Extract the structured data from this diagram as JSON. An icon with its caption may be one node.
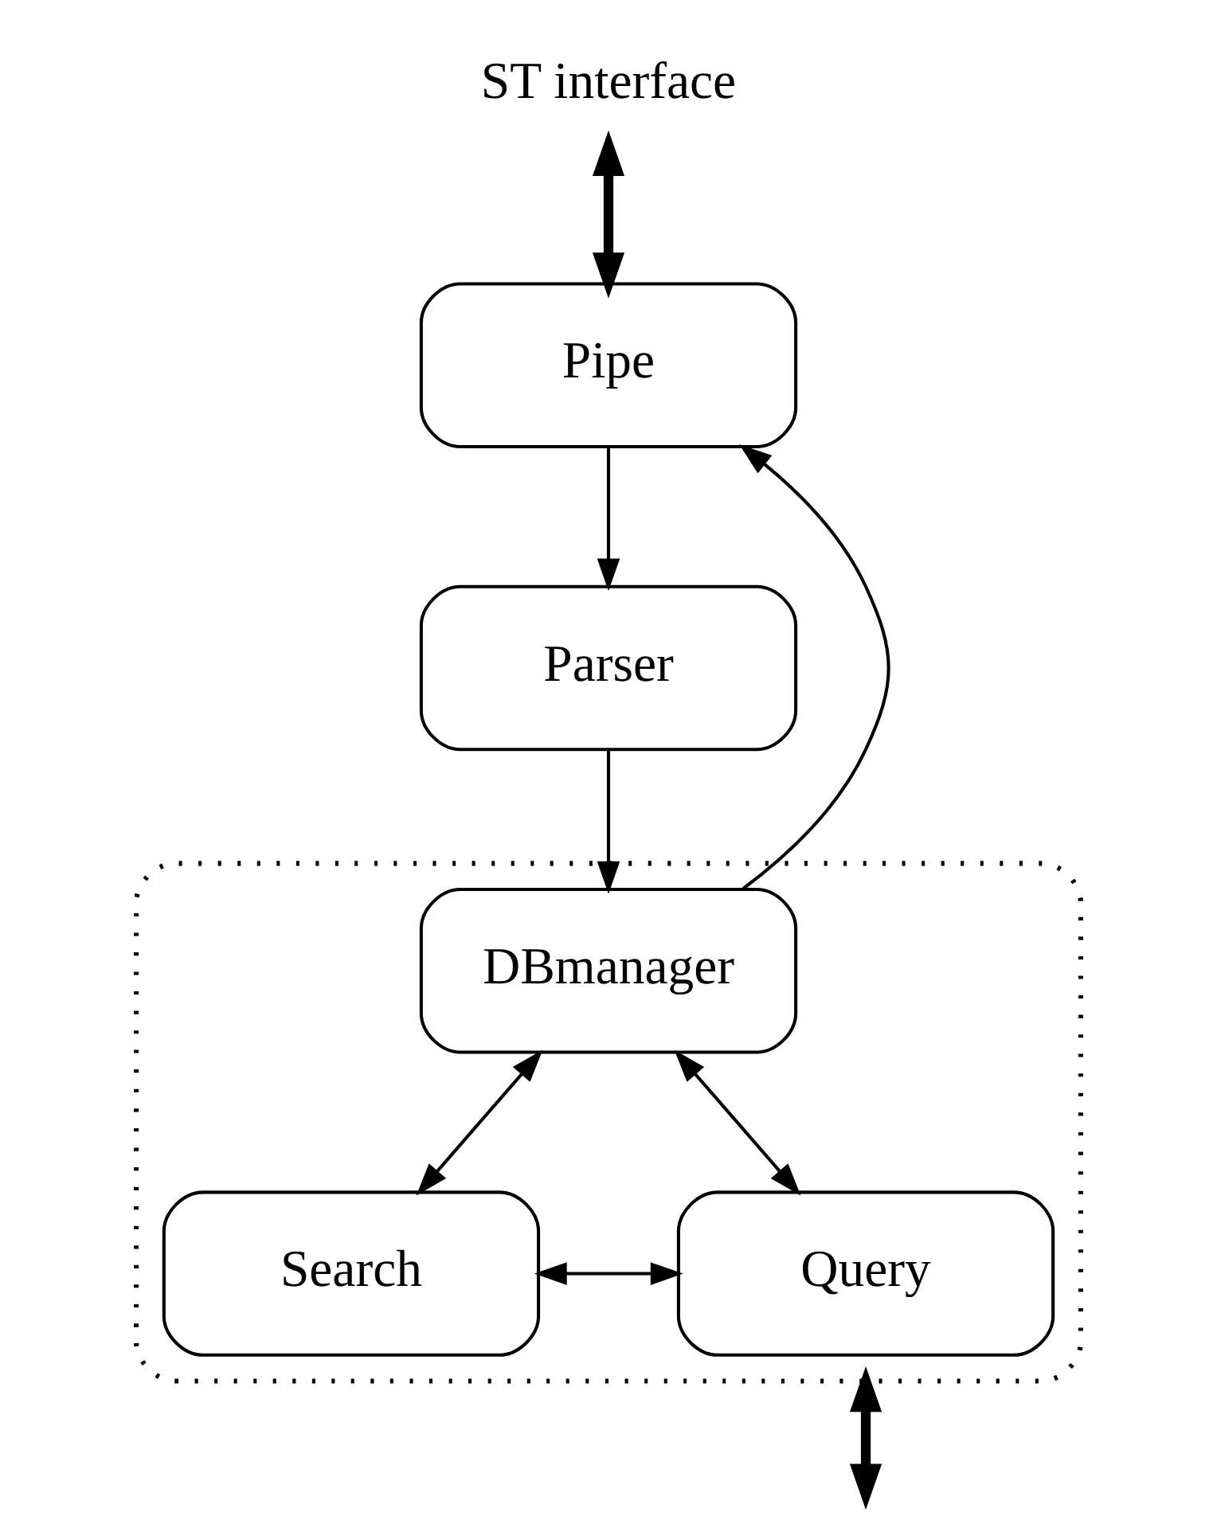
{
  "diagram": {
    "nodes": [
      {
        "text": [
          "ST interface"
        ]
      },
      {
        "text": [
          "Pipe"
        ]
      },
      {
        "text": [
          "Parser"
        ]
      },
      {
        "text": [],
        "shape": "box"
      },
      {
        "text": [
          "DBmanager"
        ],
        "in": 3
      },
      {
        "text": [
          "Search"
        ],
        "in": 3
      },
      {
        "text": [
          "Query"
        ],
        "in": 3
      }
    ],
    "edges": [
      {
        "from": 0,
        "to": 1,
        "arrow": "both",
        "style": "thick"
      },
      {
        "from": 1,
        "to": 2,
        "arrow": "to"
      },
      {
        "from": 2,
        "to": 4,
        "arrow": "to"
      },
      {
        "from": 4,
        "to": 1,
        "arrow": "to"
      },
      {
        "from": 4,
        "to": 5,
        "arrow": "both"
      },
      {
        "from": 4,
        "to": 6,
        "arrow": "both"
      },
      {
        "from": 5,
        "to": 6,
        "arrow": "both"
      },
      {
        "from": 3,
        "to": null,
        "arrow": "both",
        "style": "thick"
      }
    ]
  }
}
